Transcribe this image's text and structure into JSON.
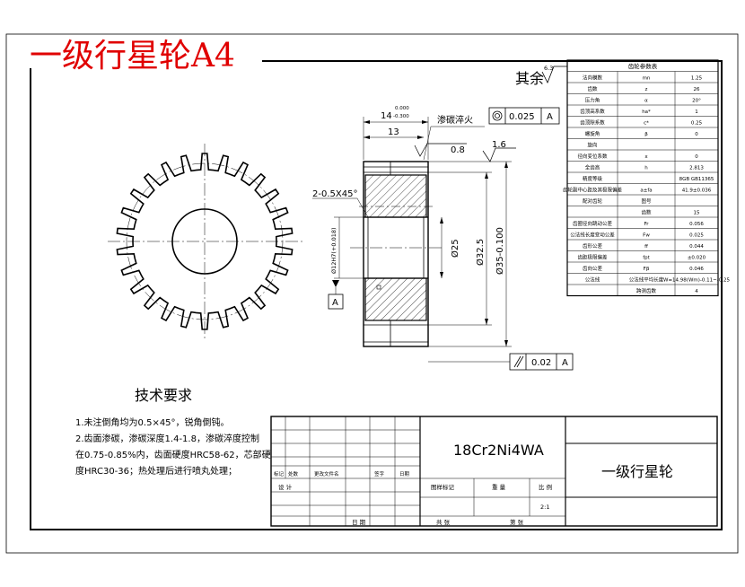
{
  "sheet_title": "一级行星轮A4",
  "surface_roughness": {
    "label": "其余",
    "value": "6.3"
  },
  "dimensions": {
    "width": "14",
    "width_tol_upper": "0.000",
    "width_tol_lower": "-0.300",
    "hub_width": "13",
    "chamfer": "2-0.5X45°",
    "bore_diameter": "Ø25",
    "pitch_diameter": "Ø32.5",
    "tip_diameter": "Ø35-0.100",
    "keyway": "Ø12H7(+0.018)",
    "roughness_face": "0.8",
    "roughness_tip": "1.6",
    "datum_label": "A"
  },
  "notes": {
    "carburize": "渗碳淬火",
    "runout_tol": "0.025",
    "runout_datum": "A",
    "perp_tol": "0.02",
    "perp_datum": "A"
  },
  "gear_params": {
    "title": "齿轮参数表",
    "rows": [
      {
        "name": "法向模数",
        "sym": "mn",
        "val": "1.25"
      },
      {
        "name": "齿数",
        "sym": "z",
        "val": "26"
      },
      {
        "name": "压力角",
        "sym": "α",
        "val": "20°"
      },
      {
        "name": "齿顶高系数",
        "sym": "ha*",
        "val": "1"
      },
      {
        "name": "齿顶隙系数",
        "sym": "c*",
        "val": "0.25"
      },
      {
        "name": "螺旋角",
        "sym": "β",
        "val": "0"
      },
      {
        "name": "旋向",
        "sym": "",
        "val": ""
      },
      {
        "name": "径向变位系数",
        "sym": "x",
        "val": "0"
      },
      {
        "name": "全齿高",
        "sym": "h",
        "val": "2.813"
      },
      {
        "name": "精度等级",
        "sym": "",
        "val": "8GB GB11365"
      },
      {
        "name": "齿轮副中心距及其极限偏差",
        "sym": "a±fa",
        "val": "41.9±0.036"
      },
      {
        "name": "配对齿轮",
        "sym": "图号",
        "val": ""
      },
      {
        "name": "",
        "sym": "齿数",
        "val": "15"
      },
      {
        "name": "齿圈径向跳动公差",
        "sym": "Fr",
        "val": "0.056"
      },
      {
        "name": "公法线长度变动公差",
        "sym": "Fw",
        "val": "0.025"
      },
      {
        "name": "齿形公差",
        "sym": "ff",
        "val": "0.044"
      },
      {
        "name": "齿距极限偏差",
        "sym": "fpt",
        "val": "±0.020"
      },
      {
        "name": "齿向公差",
        "sym": "Fβ",
        "val": "0.046"
      },
      {
        "name": "公法线",
        "sym": "公法线平均长度",
        "val": "W=14.98(Wm)-0.11~-0.25"
      },
      {
        "name": "",
        "sym": "跨测齿数",
        "val": "4"
      }
    ]
  },
  "tech_requirements": {
    "title": "技术要求",
    "lines": [
      "1.未注倒角均为0.5×45°，锐角倒钝。",
      "2.齿面渗碳，渗碳深度1.4-1.8，渗碳淬度控制",
      "在0.75-0.85%内，齿面硬度HRC58-62，芯部硬",
      "度HRC30-36；热处理后进行喷丸处理；"
    ]
  },
  "title_block": {
    "material": "18Cr2Ni4WA",
    "part_name": "一级行星轮",
    "headers": [
      "标记",
      "处数",
      "更改文件名",
      "签字",
      "日期"
    ],
    "design": "设 计",
    "date": "日 期",
    "stage": "图样标记",
    "weight": "重 量",
    "scale_label": "比 例",
    "scale": "2:1",
    "sheets": "共  张",
    "sheet_no": "第  张"
  }
}
